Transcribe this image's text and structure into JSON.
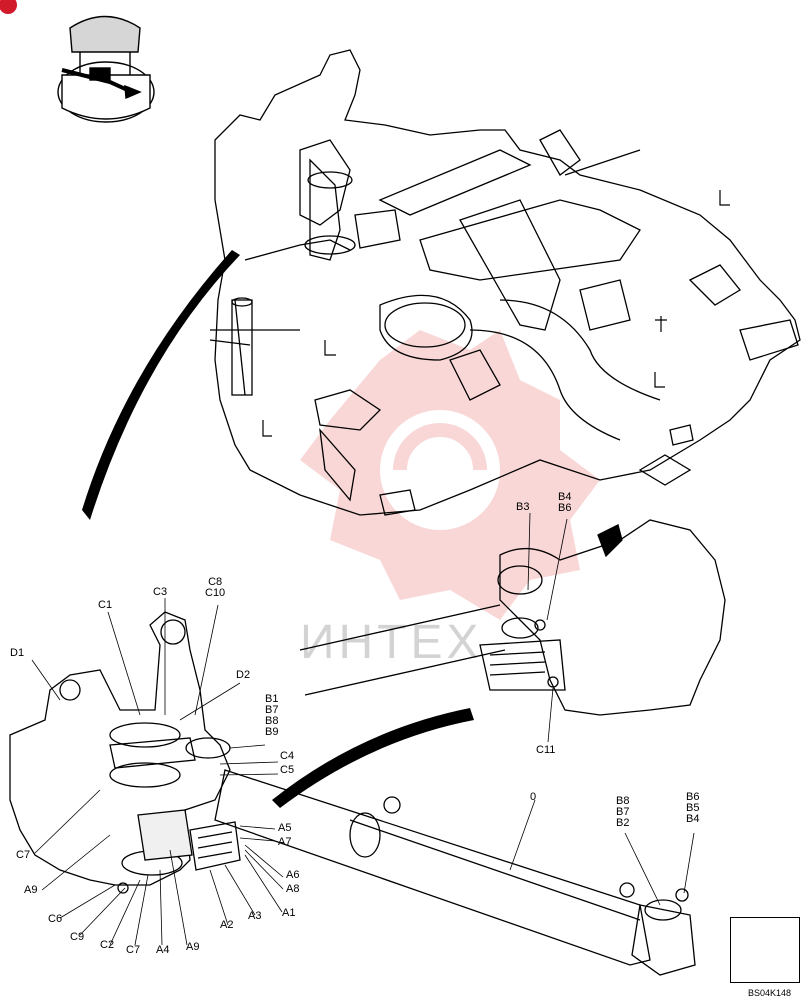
{
  "watermark": {
    "text": "ИНТЕХ",
    "color": "#f2a7a7"
  },
  "figure_code": "BS04K148",
  "callouts": {
    "b3": "B3",
    "b4_b6_top": [
      "B4",
      "B6"
    ],
    "c11": "C11",
    "c1": "C1",
    "c3": "C3",
    "c8_c10": [
      "C8",
      "C10"
    ],
    "d1": "D1",
    "d2": "D2",
    "b1_b9": [
      "B1",
      "B7",
      "B8",
      "B9"
    ],
    "c4": "C4",
    "c5": "C5",
    "a5": "A5",
    "a7": "A7",
    "a6": "A6",
    "a8": "A8",
    "a1": "A1",
    "a3": "A3",
    "a2": "A2",
    "a9_bottom": "A9",
    "a4": "A4",
    "c7_bottom": "C7",
    "c2": "C2",
    "c9": "C9",
    "c6": "C6",
    "a9_left": "A9",
    "c7_left": "C7",
    "zero": "0",
    "b8_b7_b2": [
      "B8",
      "B7",
      "B2"
    ],
    "b6_b5_b4": [
      "B6",
      "B5",
      "B4"
    ]
  },
  "icons": {
    "locator": "excavator-locator-icon",
    "direction": "view-direction-arrow-icon"
  }
}
